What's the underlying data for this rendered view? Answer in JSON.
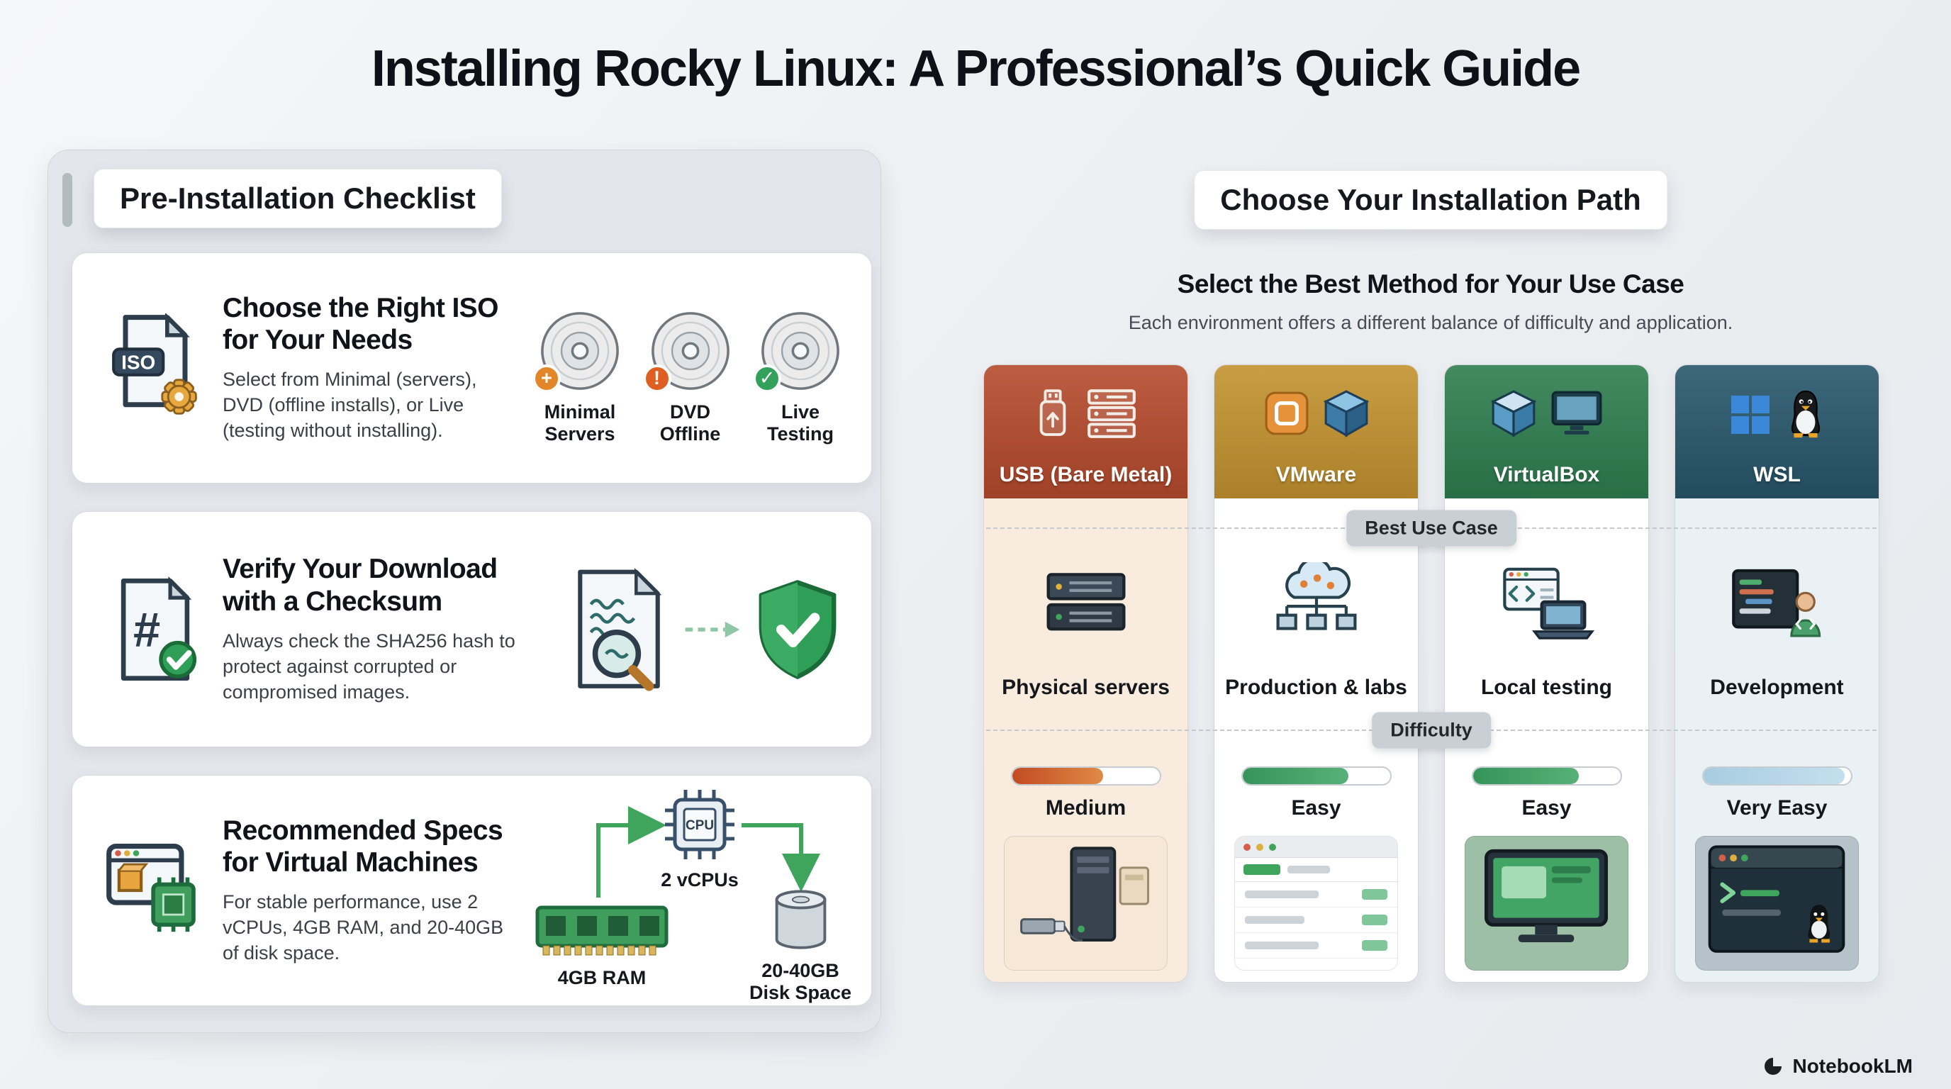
{
  "title": "Installing Rocky Linux: A Professional’s Quick Guide",
  "pre_install": {
    "header": "Pre-Installation Checklist",
    "cards": [
      {
        "title": "Choose the Right ISO for Your Needs",
        "body": "Select from Minimal (servers), DVD (offline installs), or Live (testing without installing).",
        "icon_label": "ISO",
        "iso_options": [
          {
            "line1": "Minimal",
            "line2": "Servers",
            "badge": "+"
          },
          {
            "line1": "DVD",
            "line2": "Offline",
            "badge": "!"
          },
          {
            "line1": "Live",
            "line2": "Testing",
            "badge": "✓"
          }
        ]
      },
      {
        "title": "Verify Your Download with a Checksum",
        "body": "Always check the SHA256 hash to protect against corrupted or compromised images.",
        "icon_glyph": "#"
      },
      {
        "title": "Recommended Specs for Virtual Machines",
        "body": "For stable performance, use 2 vCPUs, 4GB RAM, and 20-40GB of disk space.",
        "chip_label": "CPU",
        "specs": {
          "ram": "4GB RAM",
          "cpu": "2 vCPUs",
          "disk_line1": "20-40GB",
          "disk_line2": "Disk Space"
        }
      }
    ]
  },
  "install_path": {
    "header": "Choose Your Installation Path",
    "subtitle": "Select the Best Method for Your Use Case",
    "description": "Each environment offers a different balance of difficulty and application.",
    "row_labels": {
      "use_case": "Best Use Case",
      "difficulty": "Difficulty"
    },
    "columns": [
      {
        "name": "USB (Bare Metal)",
        "use_case": "Physical servers",
        "difficulty": "Medium",
        "difficulty_pct": 62,
        "header_color": "#b54a2c"
      },
      {
        "name": "VMware",
        "use_case": "Production & labs",
        "difficulty": "Easy",
        "difficulty_pct": 72,
        "header_color": "#c3922e"
      },
      {
        "name": "VirtualBox",
        "use_case": "Local testing",
        "difficulty": "Easy",
        "difficulty_pct": 72,
        "header_color": "#2e7d4f"
      },
      {
        "name": "WSL",
        "use_case": "Development",
        "difficulty": "Very Easy",
        "difficulty_pct": 96,
        "header_color": "#27566b"
      }
    ]
  },
  "footer": {
    "brand": "NotebookLM"
  },
  "colors": {
    "background": "#eef0f3",
    "panel": "#e3e6ea",
    "card": "#ffffff",
    "accent_green": "#3fa45c",
    "accent_orange": "#e0813a",
    "medium_bar": "#cf5a26",
    "easy_bar": "#3f9c5f",
    "very_easy_bar": "#b9d8e8",
    "usb_tint": "#f9ecdf",
    "wsl_tint": "#e9f1f5"
  }
}
